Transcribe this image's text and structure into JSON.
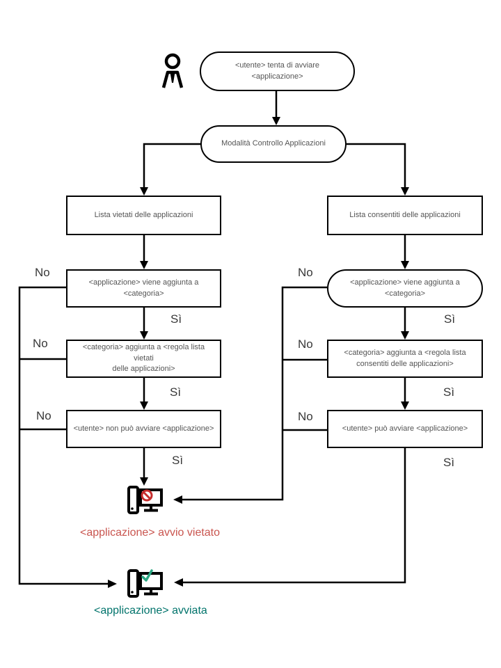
{
  "flowchart": {
    "start": [
      "<utente> tenta di avviare",
      "<applicazione>"
    ],
    "mode": "Modalità Controllo Applicazioni",
    "denied_branch": {
      "list": "Lista vietati delle applicazioni",
      "step_category": [
        "<applicazione> viene aggiunta a",
        "<categoria>"
      ],
      "step_rule": [
        "<categoria> aggiunta a <regola lista vietati",
        "delle applicazioni>"
      ],
      "step_user": "<utente> non può avviare <applicazione>"
    },
    "allowed_branch": {
      "list": "Lista consentiti delle applicazioni",
      "step_category": [
        "<applicazione> viene aggiunta a",
        "<categoria>"
      ],
      "step_rule": [
        "<categoria> aggiunta a <regola lista",
        "consentiti delle applicazioni>"
      ],
      "step_user": "<utente> può avviare <applicazione>"
    },
    "labels": {
      "no": "No",
      "yes": "Sì"
    },
    "outcomes": {
      "denied": "<applicazione> avvio vietato",
      "allowed": "<applicazione> avviata"
    },
    "icons": [
      "user-icon",
      "computer-blocked-icon",
      "computer-allowed-icon"
    ],
    "colors": {
      "line": "#000000",
      "box_text": "#545454",
      "denied_text": "#c9554f",
      "allowed_text": "#00736b",
      "prohibited_sign": "#c62d2d",
      "check_mark": "#29a682"
    }
  }
}
